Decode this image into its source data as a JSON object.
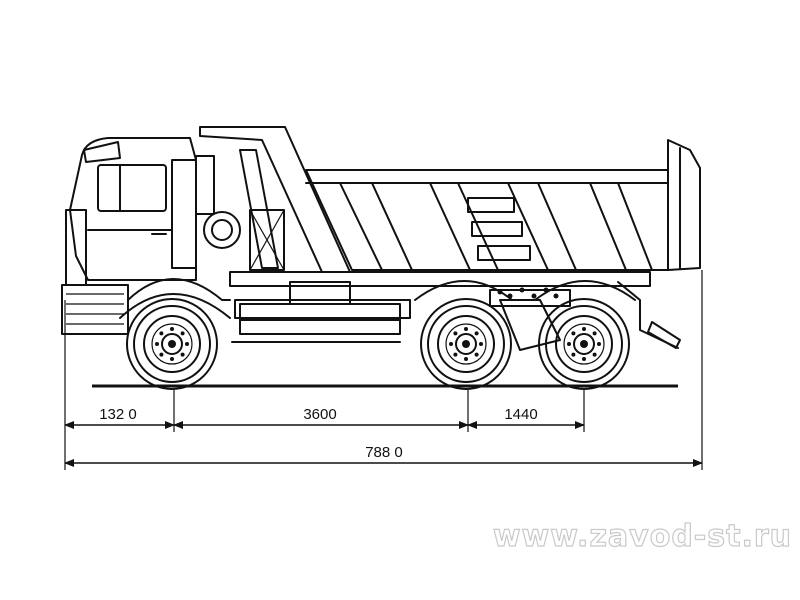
{
  "dimensions": {
    "front_overhang": "132 0",
    "wheelbase_1": "3600",
    "wheelbase_2": "1440",
    "overall_length": "788 0"
  },
  "watermark": "www.zavod-st.ru",
  "icons": [
    "dump-truck-side-view"
  ]
}
